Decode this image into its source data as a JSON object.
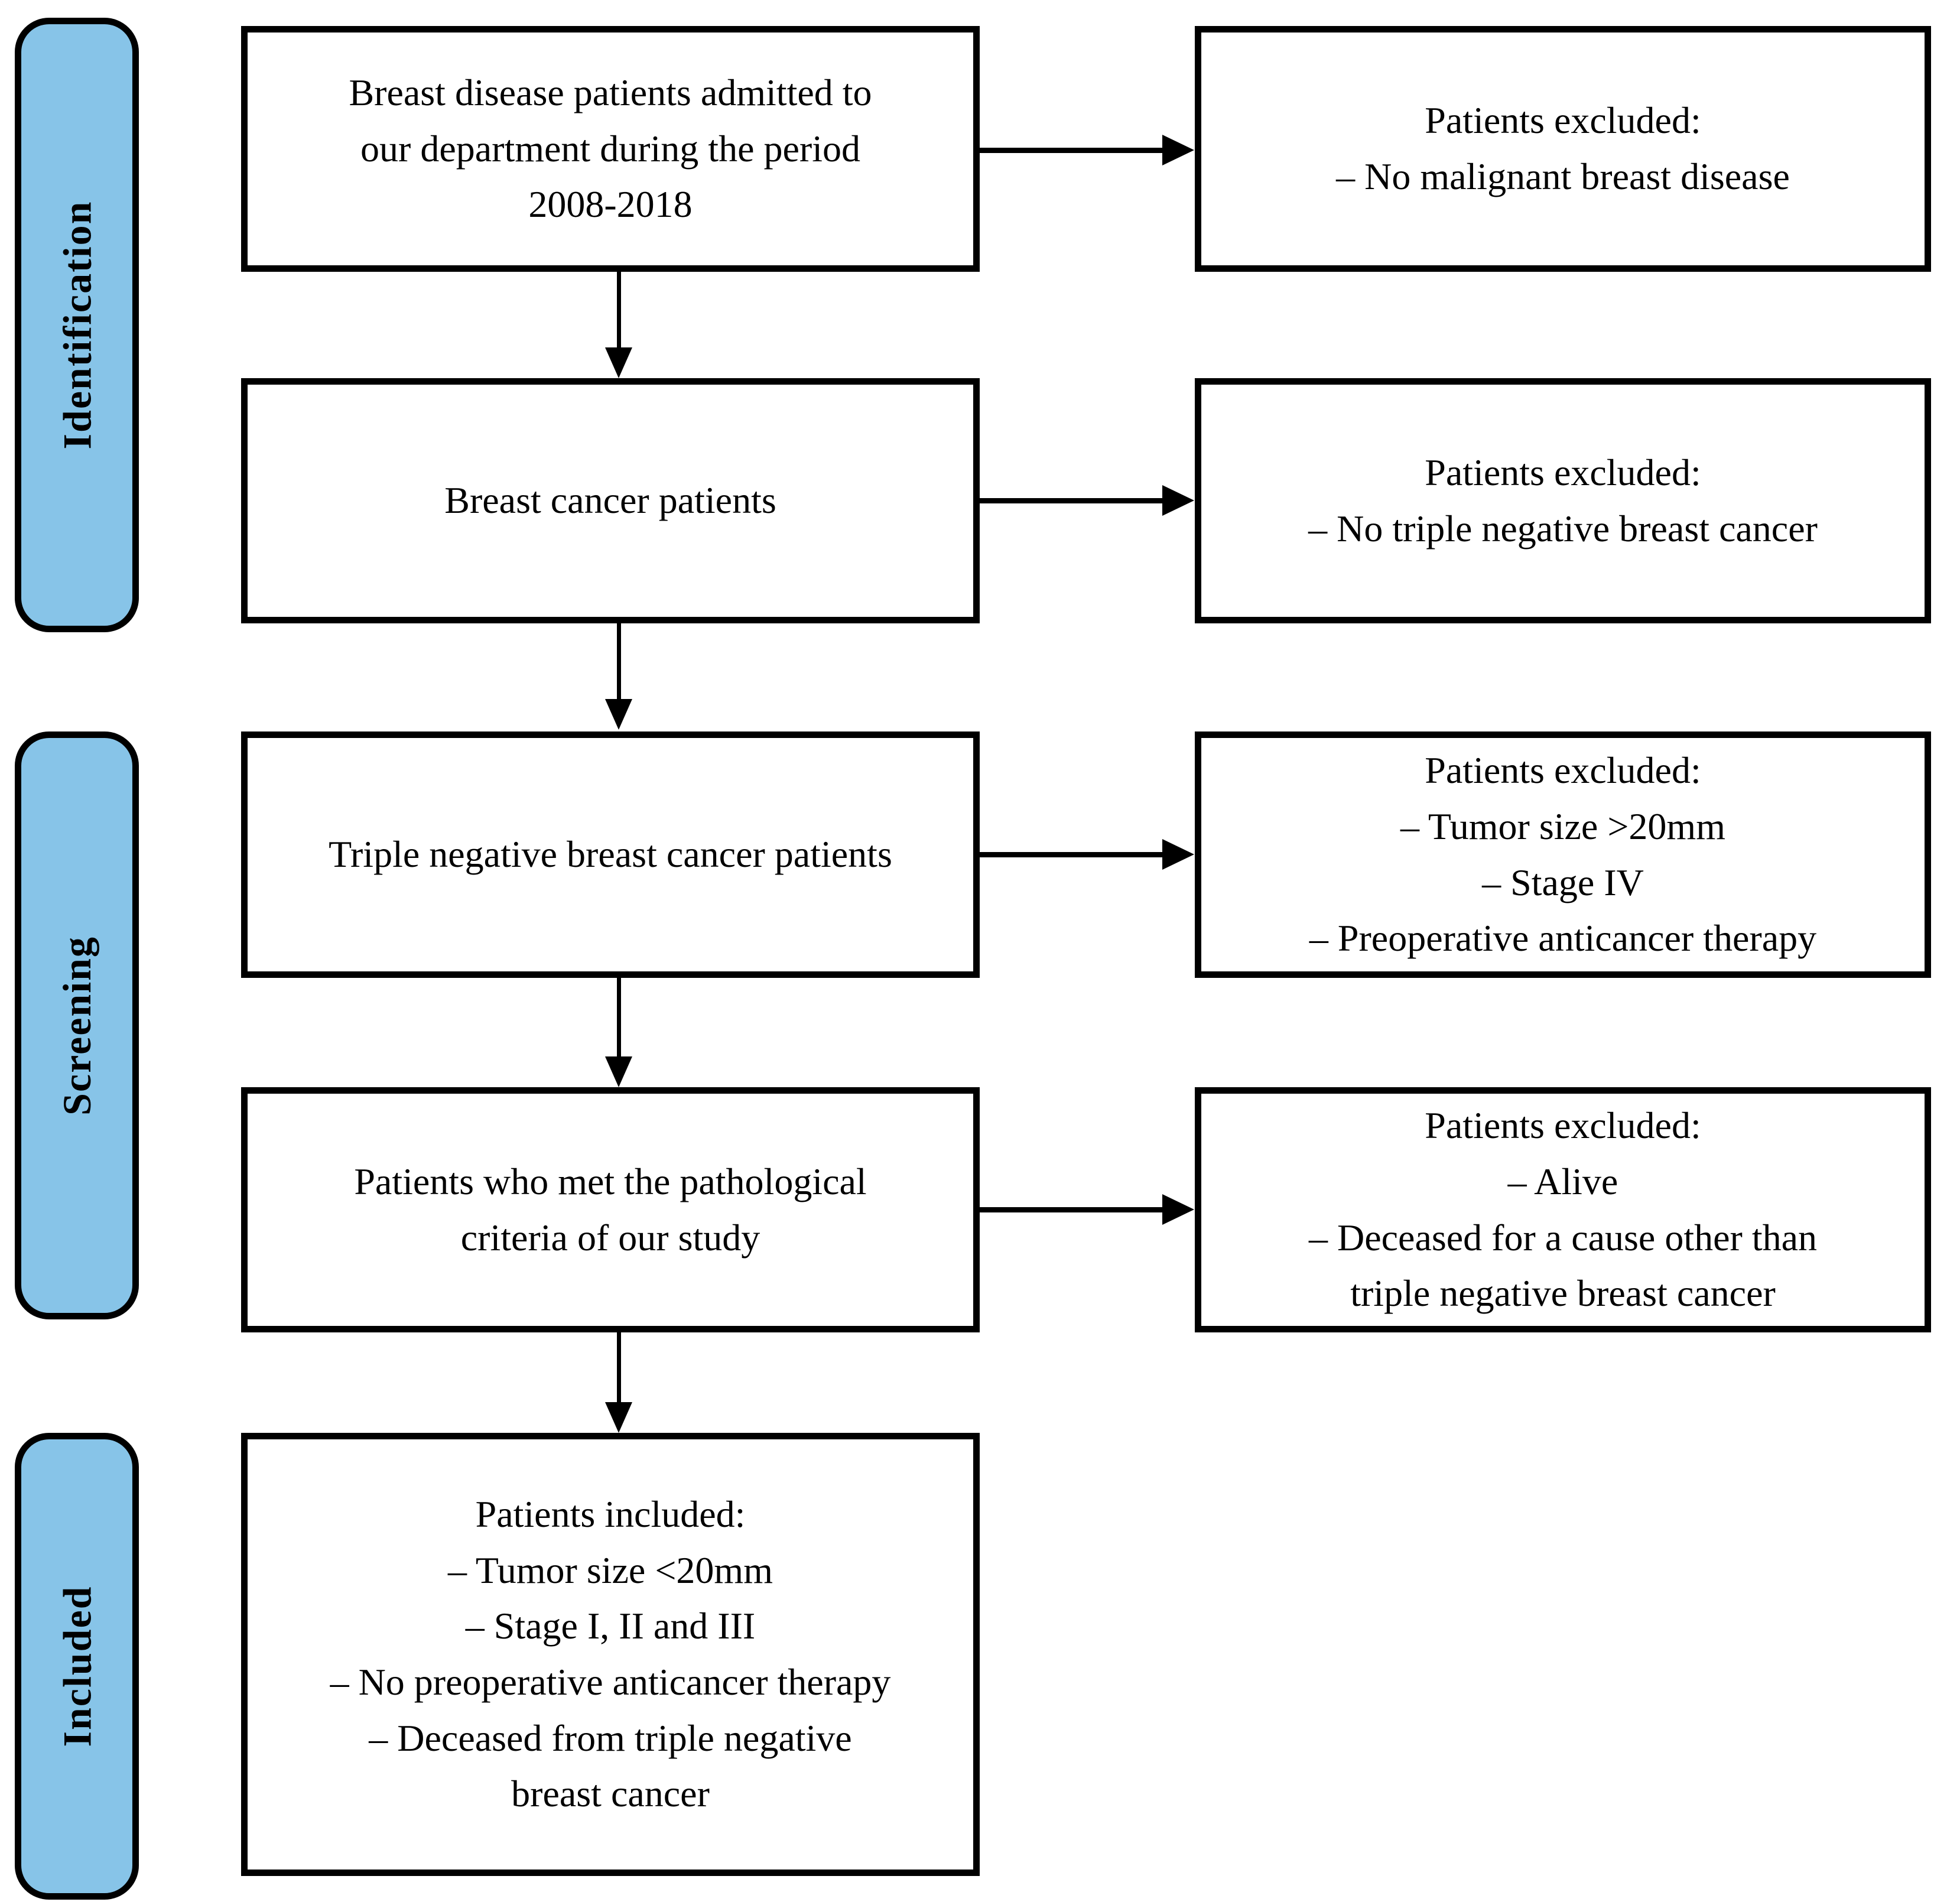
{
  "diagram": {
    "title": "Study patient selection flow diagram",
    "type": "prisma-flowchart",
    "accent_color": "#87C4E8",
    "border_color": "#000000",
    "background_color": "#FFFFFF"
  },
  "stages": [
    {
      "id": "identification",
      "label": "Identification"
    },
    {
      "id": "screening",
      "label": "Screening"
    },
    {
      "id": "included",
      "label": "Included"
    }
  ],
  "flow_boxes": [
    {
      "id": "box-admitted",
      "stage": "identification",
      "column": "main",
      "text": "Breast disease patients admitted to\nour department during the period\n2008-2018"
    },
    {
      "id": "box-breast-cancer",
      "stage": "identification",
      "column": "main",
      "text": "Breast cancer patients"
    },
    {
      "id": "box-tnbc",
      "stage": "screening",
      "column": "main",
      "text": "Triple negative breast cancer patients"
    },
    {
      "id": "box-pathological-criteria",
      "stage": "screening",
      "column": "main",
      "text": "Patients who met the pathological\ncriteria of our study"
    },
    {
      "id": "box-included",
      "stage": "included",
      "column": "main",
      "text": "Patients included:\n– Tumor size <20mm\n– Stage I, II and III\n– No preoperative anticancer therapy\n– Deceased from triple negative\nbreast cancer"
    }
  ],
  "exclusion_boxes": [
    {
      "id": "excl-no-malignant",
      "stage": "identification",
      "column": "excluded",
      "text": "Patients excluded:\n– No malignant breast disease"
    },
    {
      "id": "excl-no-tnbc",
      "stage": "identification",
      "column": "excluded",
      "text": "Patients excluded:\n– No triple negative breast cancer"
    },
    {
      "id": "excl-size-stage-therapy",
      "stage": "screening",
      "column": "excluded",
      "text": "Patients excluded:\n– Tumor size >20mm\n– Stage IV\n– Preoperative anticancer therapy"
    },
    {
      "id": "excl-alive-other-cause",
      "stage": "screening",
      "column": "excluded",
      "text": "Patients excluded:\n– Alive\n– Deceased for a cause other than\ntriple negative breast cancer"
    }
  ]
}
